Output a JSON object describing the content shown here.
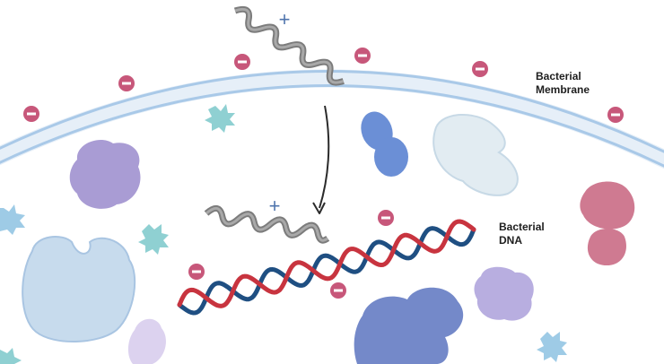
{
  "labels": {
    "membrane": [
      "Bacterial",
      "Membrane"
    ],
    "dna": [
      "Bacterial",
      "DNA"
    ]
  },
  "symbols": {
    "positive": "+",
    "negative": "−"
  },
  "colors": {
    "membrane": "#c9dcef",
    "membrane_edge": "#9ec1e3",
    "negative_charge": "#c7577a",
    "positive_charge": "#4f74ad",
    "peptide": "#7c7c7c",
    "dna_red": "#c8343f",
    "dna_blue": "#1f4f82",
    "arrow": "#2b2b2b"
  },
  "icons": [
    "peptide-helix",
    "negative-charge",
    "positive-charge",
    "membrane-arc",
    "dna-double-helix",
    "protein-blob",
    "down-arrow"
  ]
}
